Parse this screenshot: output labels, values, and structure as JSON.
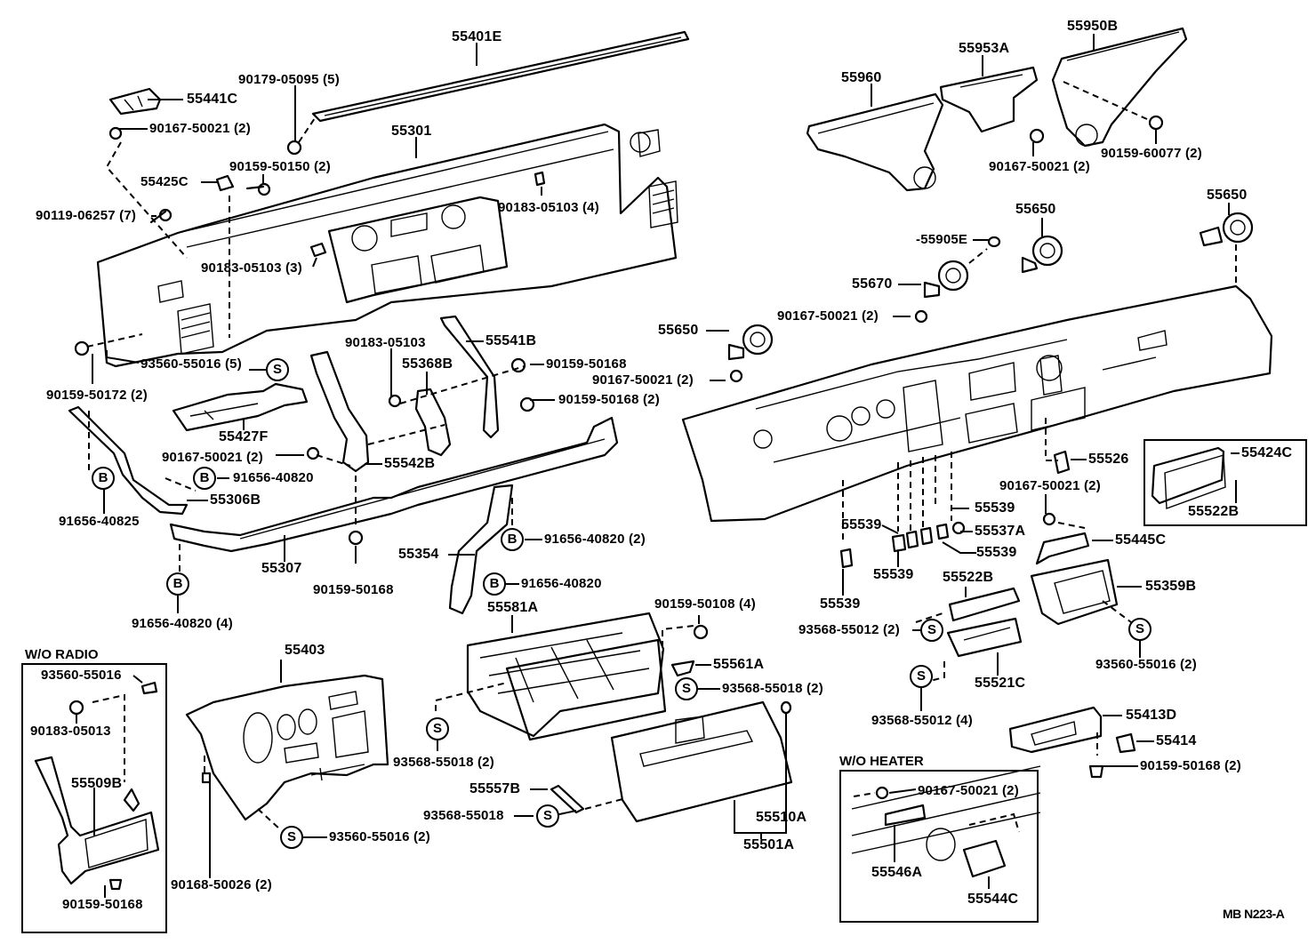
{
  "diagram": {
    "title": "Instrument Panel & Glove Compartment Parts Diagram",
    "code": "MB N223-A",
    "sections": {
      "wo_radio": "W/O RADIO",
      "wo_heater": "W/O HEATER"
    },
    "symbols": {
      "screw": "S",
      "bolt": "B"
    },
    "labels": [
      {
        "id": "l1",
        "text": "55401E"
      },
      {
        "id": "l2",
        "text": "55441C"
      },
      {
        "id": "l3",
        "text": "90179-05095 (5)"
      },
      {
        "id": "l4",
        "text": "90167-50021 (2)"
      },
      {
        "id": "l5",
        "text": "55301"
      },
      {
        "id": "l6",
        "text": "90159-50150 (2)"
      },
      {
        "id": "l7",
        "text": "55425C"
      },
      {
        "id": "l8",
        "text": "90183-05103 (4)"
      },
      {
        "id": "l9",
        "text": "90119-06257 (7)"
      },
      {
        "id": "l10",
        "text": "90183-05103 (3)"
      },
      {
        "id": "l11",
        "text": "93560-55016 (5)"
      },
      {
        "id": "l12",
        "text": "90159-50172 (2)"
      },
      {
        "id": "l13",
        "text": "55427F"
      },
      {
        "id": "l14",
        "text": "90167-50021 (2)"
      },
      {
        "id": "l15",
        "text": "91656-40820"
      },
      {
        "id": "l16",
        "text": "55306B"
      },
      {
        "id": "l17",
        "text": "91656-40825"
      },
      {
        "id": "l18",
        "text": "55307"
      },
      {
        "id": "l19",
        "text": "91656-40820 (4)"
      },
      {
        "id": "l20",
        "text": "90183-05103"
      },
      {
        "id": "l21",
        "text": "55368B"
      },
      {
        "id": "l22",
        "text": "55541B"
      },
      {
        "id": "l23",
        "text": "90159-50168"
      },
      {
        "id": "l24",
        "text": "90159-50168 (2)"
      },
      {
        "id": "l25",
        "text": "55542B"
      },
      {
        "id": "l26",
        "text": "90159-50168"
      },
      {
        "id": "l27",
        "text": "55354"
      },
      {
        "id": "l28",
        "text": "91656-40820 (2)"
      },
      {
        "id": "l29",
        "text": "91656-40820"
      },
      {
        "id": "l30",
        "text": "55960"
      },
      {
        "id": "l31",
        "text": "55953A"
      },
      {
        "id": "l32",
        "text": "55950B"
      },
      {
        "id": "l33",
        "text": "90167-50021 (2)"
      },
      {
        "id": "l34",
        "text": "90159-60077 (2)"
      },
      {
        "id": "l35",
        "text": "55650"
      },
      {
        "id": "l36",
        "text": "55650"
      },
      {
        "id": "l37",
        "text": "-55905E"
      },
      {
        "id": "l38",
        "text": "55670"
      },
      {
        "id": "l39",
        "text": "90167-50021 (2)"
      },
      {
        "id": "l40",
        "text": "55650"
      },
      {
        "id": "l41",
        "text": "90167-50021 (2)"
      },
      {
        "id": "l42",
        "text": "55526"
      },
      {
        "id": "l43",
        "text": "90167-50021 (2)"
      },
      {
        "id": "l44",
        "text": "55424C"
      },
      {
        "id": "l45",
        "text": "55522B"
      },
      {
        "id": "l46",
        "text": "55539"
      },
      {
        "id": "l47",
        "text": "55539"
      },
      {
        "id": "l48",
        "text": "55537A"
      },
      {
        "id": "l49",
        "text": "55539"
      },
      {
        "id": "l50",
        "text": "55539"
      },
      {
        "id": "l51",
        "text": "55539"
      },
      {
        "id": "l52",
        "text": "55445C"
      },
      {
        "id": "l53",
        "text": "55359B"
      },
      {
        "id": "l54",
        "text": "55522B"
      },
      {
        "id": "l55",
        "text": "93568-55012 (2)"
      },
      {
        "id": "l56",
        "text": "55521C"
      },
      {
        "id": "l57",
        "text": "93568-55012 (4)"
      },
      {
        "id": "l58",
        "text": "93560-55016  (2)"
      },
      {
        "id": "l59",
        "text": "55413D"
      },
      {
        "id": "l60",
        "text": "55414"
      },
      {
        "id": "l61",
        "text": "90159-50168 (2)"
      },
      {
        "id": "l62",
        "text": "90159-50108  (4)"
      },
      {
        "id": "l63",
        "text": "55581A"
      },
      {
        "id": "l64",
        "text": "55561A"
      },
      {
        "id": "l65",
        "text": "93568-55018  (2)"
      },
      {
        "id": "l66",
        "text": "93568-55018 (2)"
      },
      {
        "id": "l67",
        "text": "55557B"
      },
      {
        "id": "l68",
        "text": "93568-55018"
      },
      {
        "id": "l69",
        "text": "55510A"
      },
      {
        "id": "l70",
        "text": "55501A"
      },
      {
        "id": "l71",
        "text": "55403"
      },
      {
        "id": "l72",
        "text": "93560-55016 (2)"
      },
      {
        "id": "l73",
        "text": "90168-50026 (2)"
      },
      {
        "id": "l74",
        "text": "93560-55016"
      },
      {
        "id": "l75",
        "text": "90183-05013"
      },
      {
        "id": "l76",
        "text": "55509B"
      },
      {
        "id": "l77",
        "text": "90159-50168"
      },
      {
        "id": "l78",
        "text": "90167-50021 (2)"
      },
      {
        "id": "l79",
        "text": "55546A"
      },
      {
        "id": "l80",
        "text": "55544C"
      }
    ]
  }
}
